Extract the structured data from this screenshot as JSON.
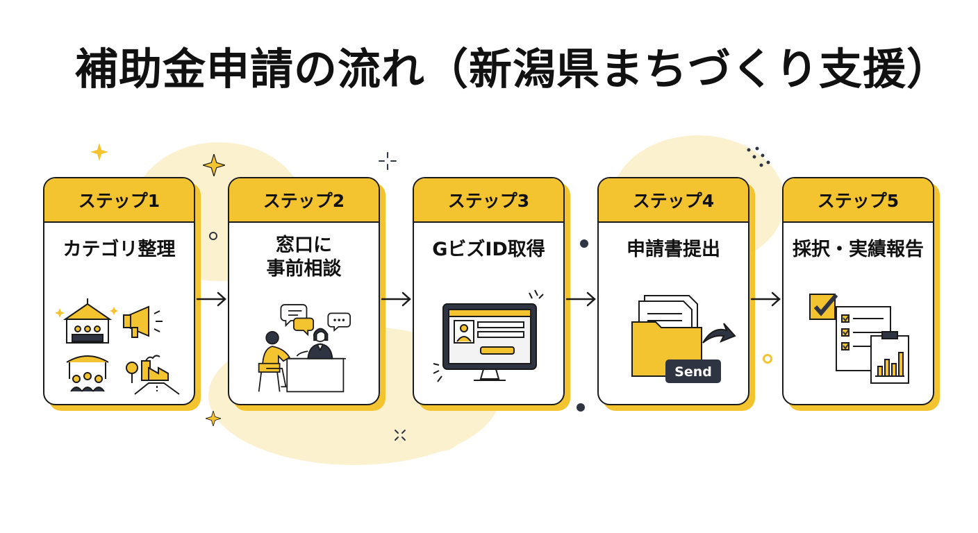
{
  "title": "補助金申請の流れ（新潟県まちづくり支援）",
  "colors": {
    "accent": "#f4c430",
    "ink": "#1a1a1a",
    "navy": "#2e3441",
    "blob": "#fbf1cf"
  },
  "steps": [
    {
      "header": "ステップ1",
      "label_lines": [
        "カテゴリ整理"
      ],
      "icon": "category-sort-icon"
    },
    {
      "header": "ステップ2",
      "label_lines": [
        "窓口に",
        "事前相談"
      ],
      "icon": "consultation-icon"
    },
    {
      "header": "ステップ3",
      "label_lines": [
        "GビズID取得"
      ],
      "icon": "computer-id-icon"
    },
    {
      "header": "ステップ4",
      "label_lines": [
        "申請書提出"
      ],
      "icon": "document-folder-send-icon",
      "button_text": "Send"
    },
    {
      "header": "ステップ5",
      "label_lines": [
        "採択・実績報告"
      ],
      "icon": "checklist-report-icon"
    }
  ]
}
